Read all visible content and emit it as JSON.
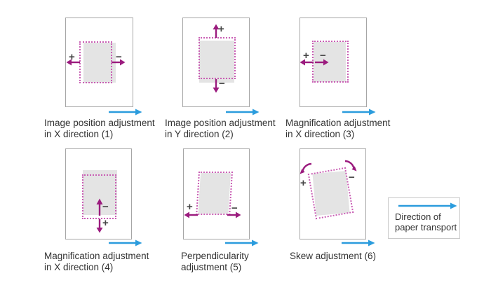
{
  "colors": {
    "transport_arrow_blue": "#2b9cdd",
    "adjustment_arrow_magenta": "#9b1b7e",
    "target_outline_pink": "#c95fb4",
    "image_fill_gray": "#e4e4e4"
  },
  "diagrams": [
    {
      "caption_line1": "Image position adjustment",
      "caption_line2": "in X direction (1)",
      "plus": "+",
      "minus": "−"
    },
    {
      "caption_line1": "Image position adjustment",
      "caption_line2": "in Y direction (2)",
      "plus": "+",
      "minus": "−"
    },
    {
      "caption_line1": "Magnification adjustment",
      "caption_line2": "in X direction (3)",
      "plus": "+",
      "minus": "−"
    },
    {
      "caption_line1": "Magnification adjustment",
      "caption_line2": "in X direction (4)",
      "plus": "+",
      "minus": "−"
    },
    {
      "caption_line1": "Perpendicularity",
      "caption_line2": "adjustment (5)",
      "plus": "+",
      "minus": "−"
    },
    {
      "caption_line1": "Skew adjustment (6)",
      "caption_line2": "",
      "plus": "+",
      "minus": "−"
    }
  ],
  "legend": {
    "line1": "Direction of",
    "line2": "paper transport"
  }
}
